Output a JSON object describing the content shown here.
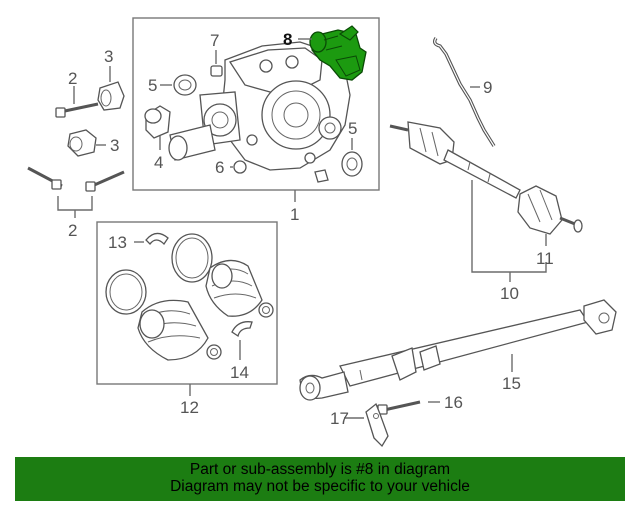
{
  "callouts": {
    "c1": "1",
    "c2a": "2",
    "c2b": "2",
    "c3a": "3",
    "c3b": "3",
    "c4": "4",
    "c5a": "5",
    "c5b": "5",
    "c6": "6",
    "c7": "7",
    "c8": "8",
    "c9": "9",
    "c10": "10",
    "c11": "11",
    "c12": "12",
    "c13": "13",
    "c14": "14",
    "c15": "15",
    "c16": "16",
    "c17": "17"
  },
  "highlight": {
    "part": "8",
    "color": "#1c9a10"
  },
  "banner": {
    "line1": "Part or sub-assembly is #8 in diagram",
    "line2": "Diagram may not be specific to your vehicle",
    "background": "#1c7d12"
  }
}
